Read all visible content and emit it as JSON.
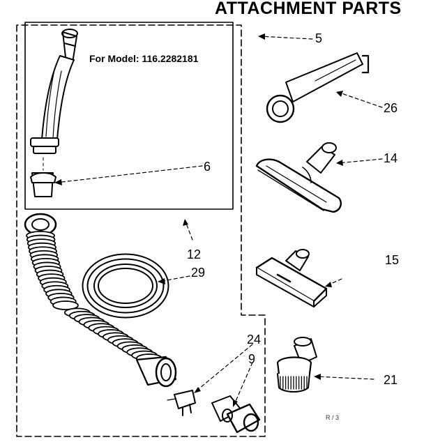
{
  "title": "ATTACHMENT PARTS",
  "model_label": "For Model: 116.2282181",
  "callouts": {
    "p5": "5",
    "p26": "26",
    "p14": "14",
    "p6": "6",
    "p12": "12",
    "p29": "29",
    "p15": "15",
    "p24": "24",
    "p9": "9",
    "p21": "21"
  },
  "footer_code": "R / 3",
  "colors": {
    "ink": "#000000",
    "background": "#ffffff"
  }
}
